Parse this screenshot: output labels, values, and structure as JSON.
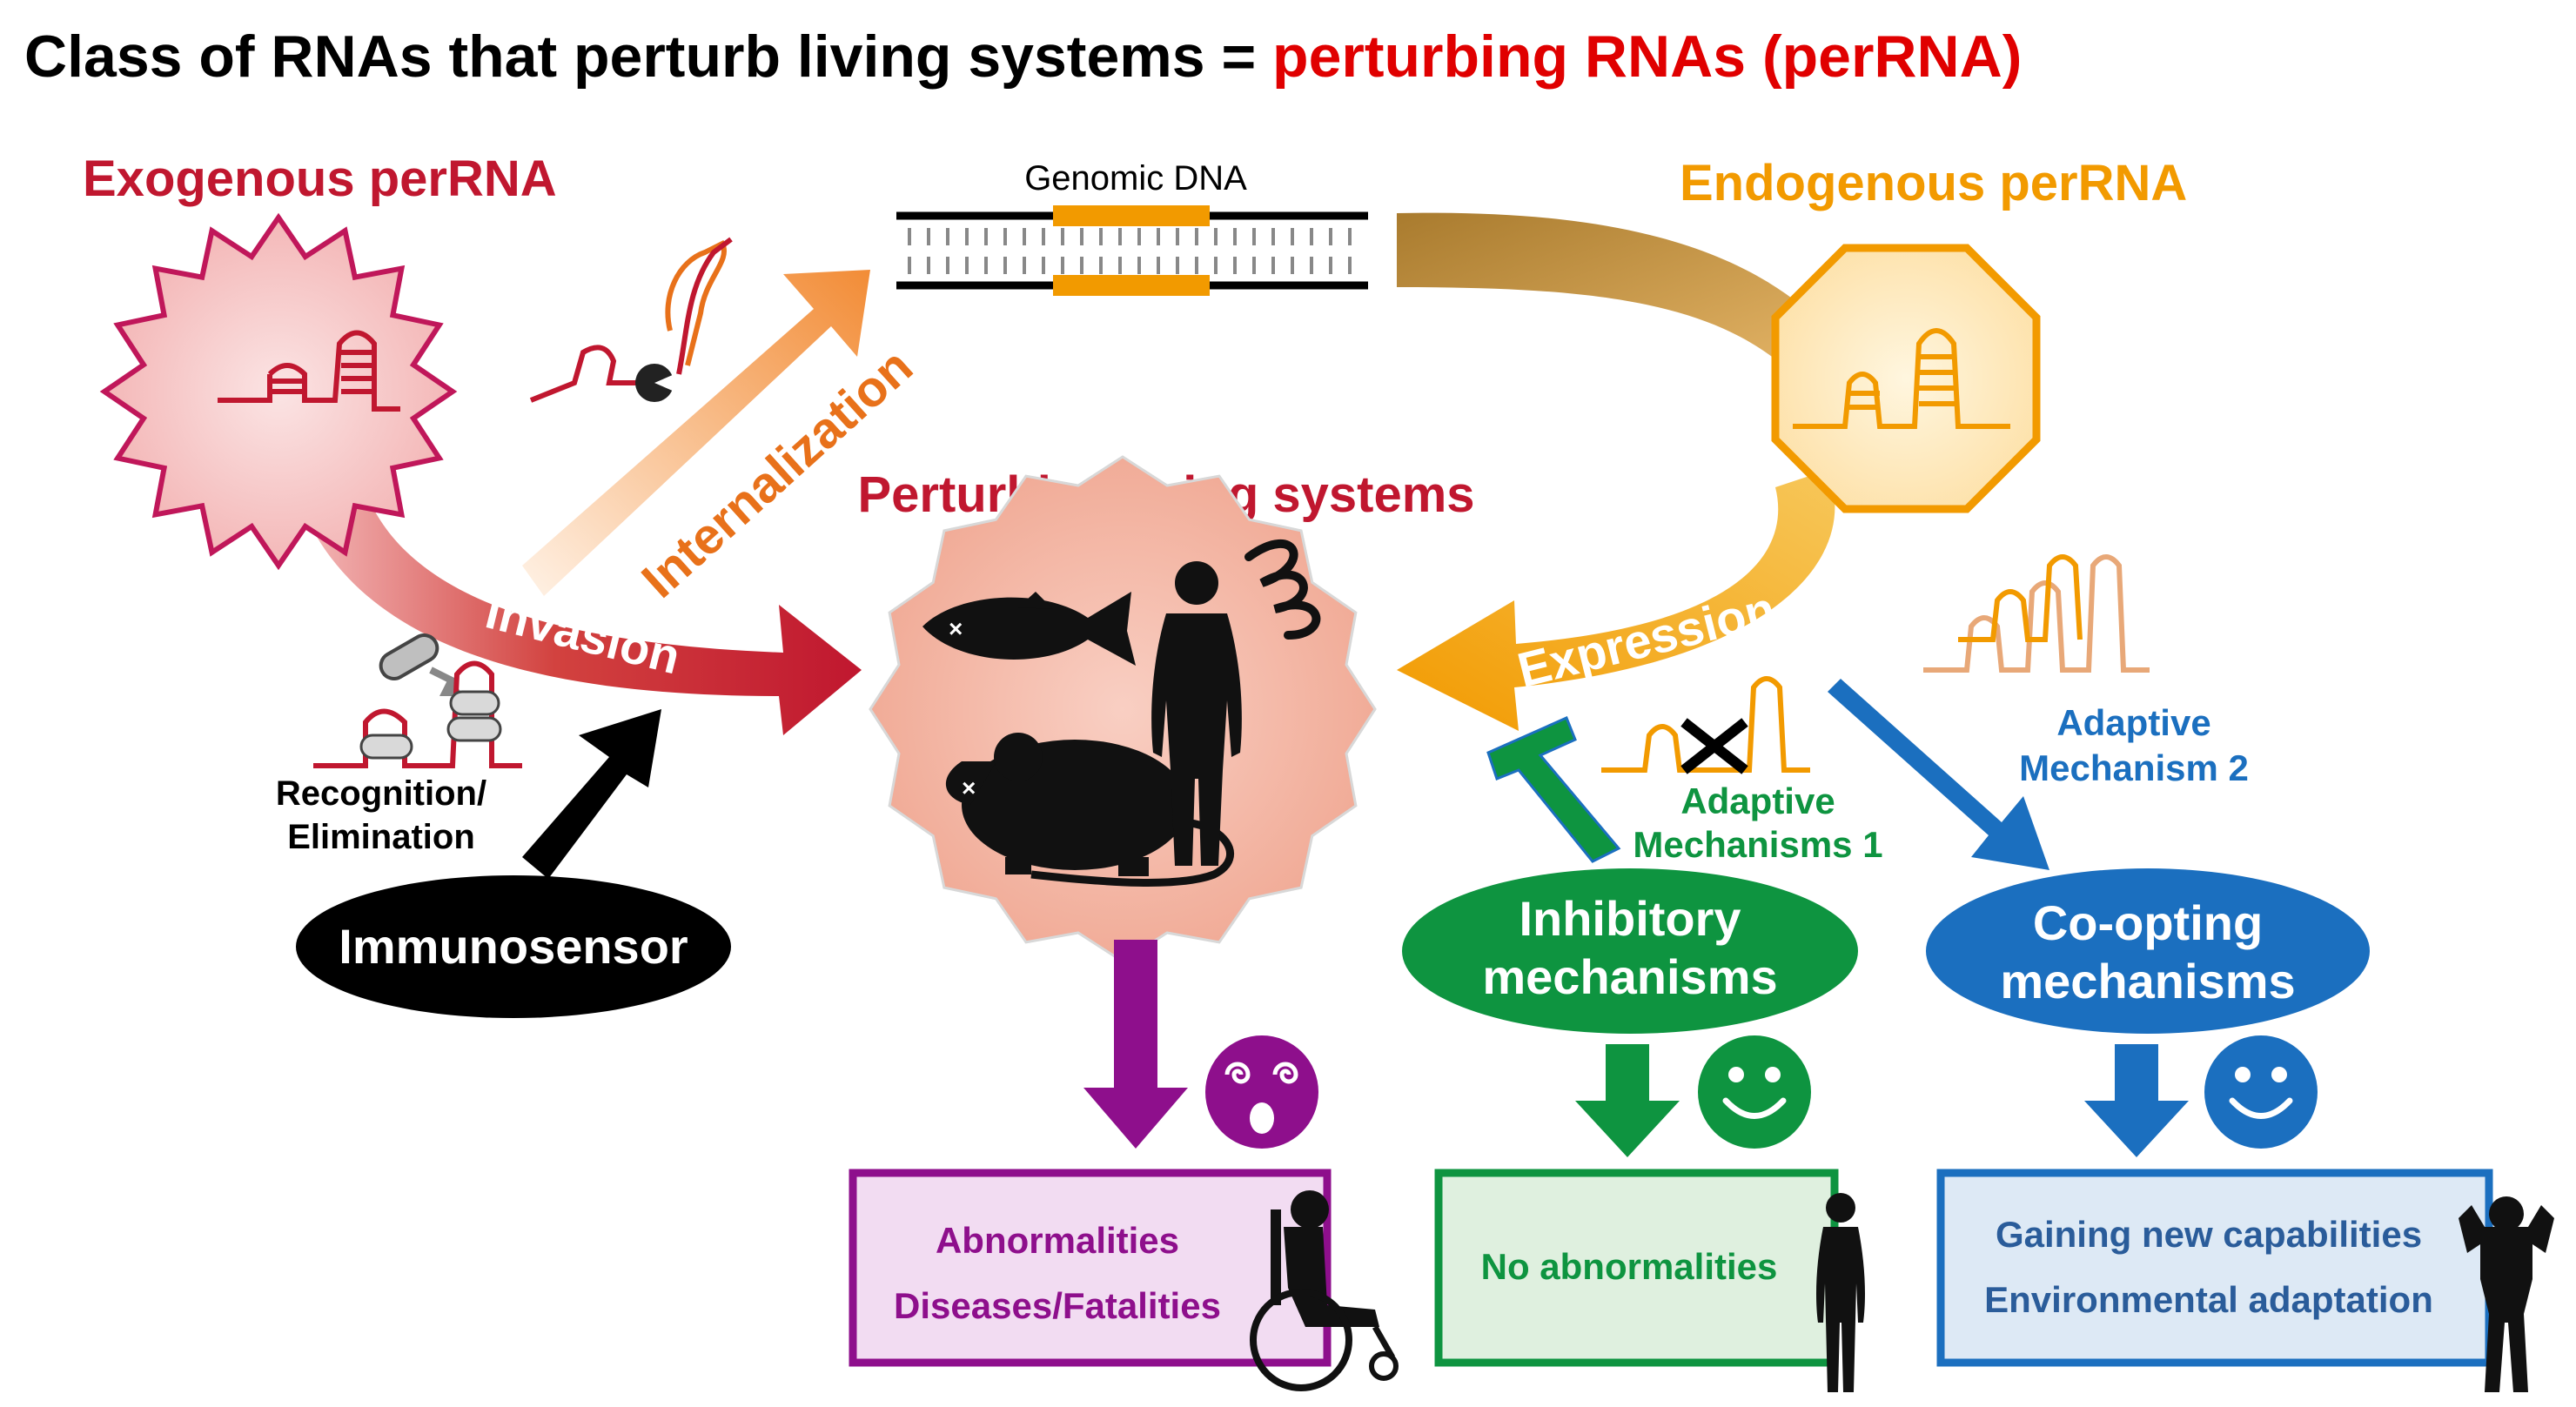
{
  "title": {
    "prefix": "Class of RNAs that perturb living systems = ",
    "highlight": "perturbing RNAs (perRNA)"
  },
  "exogenous": {
    "label": "Exogenous perRNA"
  },
  "endogenous": {
    "label": "Endogenous perRNA"
  },
  "genome": {
    "label": "Genomic DNA"
  },
  "center": {
    "label": "Perturbing living systems"
  },
  "arrows": {
    "internalization": "Internalization",
    "invasion": "Invasion",
    "expression": "Expression"
  },
  "recognition": {
    "line1": "Recognition/",
    "line2": "Elimination"
  },
  "immunosensor": {
    "label": "Immunosensor"
  },
  "adaptive1": {
    "line1": "Adaptive",
    "line2": "Mechanisms 1"
  },
  "adaptive2": {
    "line1": "Adaptive",
    "line2": "Mechanism 2"
  },
  "inhibitory": {
    "line1": "Inhibitory",
    "line2": "mechanisms"
  },
  "coopting": {
    "line1": "Co-opting",
    "line2": "mechanisms"
  },
  "outcomes": {
    "bad": {
      "line1": "Abnormalities",
      "line2": "Diseases/Fatalities"
    },
    "ok": {
      "line1": "No abnormalities"
    },
    "good": {
      "line1": "Gaining new capabilities",
      "line2": "Environmental adaptation"
    }
  },
  "colors": {
    "exogenous": "#c0172f",
    "endogenous": "#f29a00",
    "internalization": "#e8711a",
    "inhibitory": "#0e9440",
    "coopting": "#1b6fbf",
    "outcome_bad": "#8e0f8c",
    "black": "#000000"
  }
}
